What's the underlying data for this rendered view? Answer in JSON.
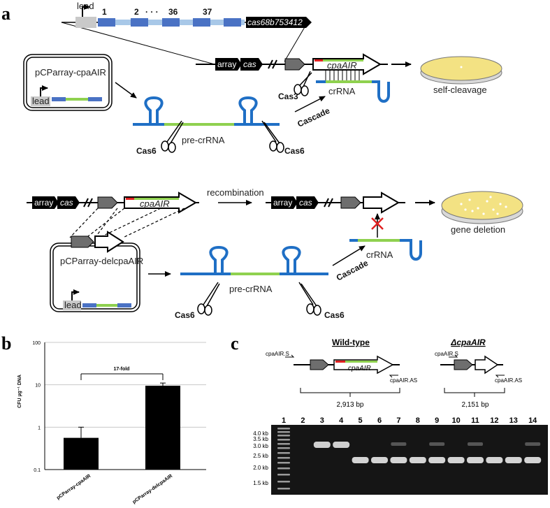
{
  "panel_a": {
    "letter": "a",
    "leader_label": "lead",
    "spacer_numbers": [
      "1",
      "2",
      "· · ·",
      "36",
      "37"
    ],
    "cas_gene_label": "cas68b753412",
    "array_label": "array",
    "cas_label": "cas",
    "target_gene": "cpaAIR",
    "plasmid1_name": "pCParray-cpaAIR",
    "plasmid2_name": "pCParray-delcpaAIR",
    "crrna_label": "crRNA",
    "cas3_label": "Cas3",
    "cas6_label": "Cas6",
    "precrrna_label": "pre-crRNA",
    "cascade_label": "Cascade",
    "self_cleavage_label": "self-cleavage",
    "recombination_label": "recombination",
    "gene_deletion_label": "gene deletion"
  },
  "panel_b": {
    "letter": "b",
    "chart_data": {
      "type": "bar",
      "categories": [
        "pCParray-cpaAIR",
        "pCParray-delcpaAIR"
      ],
      "values": [
        0.56,
        9.5
      ],
      "error_upper": [
        1.0,
        11.0
      ],
      "ylabel": "CFU µg⁻¹ DNA",
      "yscale": "log",
      "ylim": [
        0.1,
        100
      ],
      "yticks": [
        "0.1",
        "1",
        "10",
        "100"
      ],
      "annotation": "17-fold",
      "grid": true
    }
  },
  "panel_c": {
    "letter": "c",
    "wildtype_title": "Wild-type",
    "deletion_title": "ΔcpaAIR",
    "forward_primer": "cpaAIR.S",
    "reverse_primer": "cpaAIR.AS",
    "wt_size": "2,913 bp",
    "del_size": "2,151 bp",
    "lane_numbers": [
      "1",
      "2",
      "3",
      "4",
      "5",
      "6",
      "7",
      "8",
      "9",
      "10",
      "11",
      "12",
      "13",
      "14"
    ],
    "ladder_labels": [
      "4.0 kb",
      "3.5 kb",
      "3.0 kb",
      "2.5 kb",
      "2.0 kb",
      "1.5 kb"
    ]
  },
  "colors": {
    "spacer_blue": "#4a72c4",
    "repeat_lightblue": "#a8c8e8",
    "crrna_green": "#8fd14f",
    "rna_blue": "#1f6fc5",
    "red_mark": "#e02020",
    "gray_gene": "#6e6e6e",
    "petri_yellow": "#f3e283"
  }
}
